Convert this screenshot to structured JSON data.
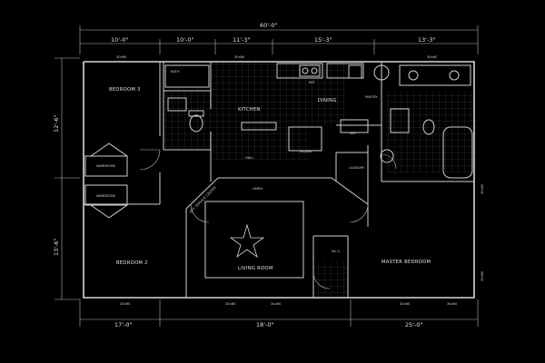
{
  "plan": {
    "overall_width": "60'-0\"",
    "top_dims": [
      "10'-0\"",
      "10'-0\"",
      "11'-3\"",
      "15'-3\"",
      "13'-3\""
    ],
    "bottom_dims": [
      "17'-0\"",
      "18'-0\"",
      "25'-0\""
    ],
    "left_dims": [
      "12'-6\"",
      "13'-6\""
    ],
    "window_sizes": [
      "30x60",
      "30x60",
      "30x60",
      "30x60",
      "30x60",
      "30x60",
      "30x60",
      "30x60",
      "30x60",
      "30x60"
    ],
    "rooms": {
      "bedroom_3": "BEDROOM 3",
      "bedroom_2": "BEDROOM 2",
      "living_room": "LIVING ROOM",
      "master_bedroom": "MASTER BEDROOM",
      "kitchen": "KITCHEN",
      "dining": "DINING",
      "laundry": "LAUNDRY",
      "bath": "BATH",
      "hall": "HALL",
      "wic": "W.I.C.",
      "wardrobe_a": "WARDROBE",
      "wardrobe_b": "WARDROBE",
      "linen": "LINEN",
      "pantry": "PANTRY",
      "island": "ISLAND",
      "wh": "WH",
      "ref": "REF",
      "opt": "OPT. SERVICE CENTER"
    }
  }
}
